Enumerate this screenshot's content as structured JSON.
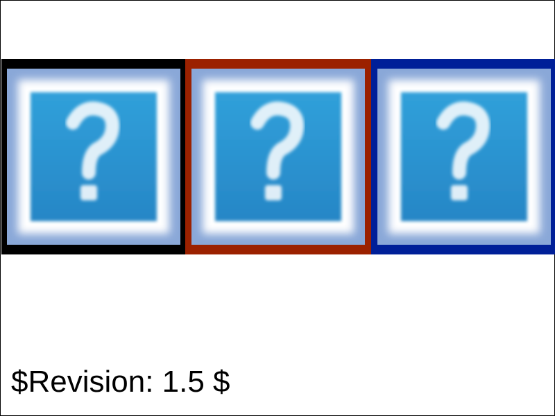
{
  "tiles": [
    {
      "name": "help-tile-black",
      "border_color": "#000000",
      "icon": "question-mark-icon"
    },
    {
      "name": "help-tile-red",
      "border_color": "#9b2100",
      "icon": "question-mark-icon"
    },
    {
      "name": "help-tile-blue",
      "border_color": "#001f98",
      "icon": "question-mark-icon"
    }
  ],
  "icon_colors": {
    "glow": "#8aa8d8",
    "frame": "#ffffff",
    "face": "#2a93d0"
  },
  "footer": {
    "revision": "$Revision: 1.5 $"
  }
}
